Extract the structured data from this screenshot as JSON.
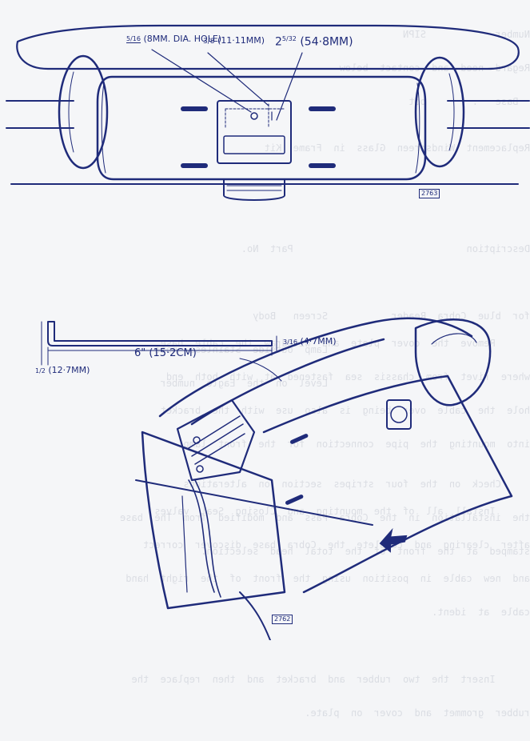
{
  "bleed_through_text": {
    "top": [
      "Number            SIPN",
      "Regard  need  and  contact  below",
      "  Base   .        bot"
    ],
    "middle": [
      "Replacement  Windscreen  Glass  in  Frame  Kit",
      "",
      "",
      "Description                              Part  No.",
      "",
      "for  blue  Cobra  Reader           Screen   Body",
      "                                   Lamp  outside  Stainless  note",
      "                                   Level  on  the  Eagle  number",
      "",
      "",
      "     Check  on  the  four  stripes  section  on  alterations",
      "the  installation  in  the  Cobra  Pass  and  modified  from  The  base",
      "stamped  at  the  front  of  the  total  head  selection."
    ],
    "bottom": [
      "      Remove  the  cover  plate  and  withdraw  the  cable  base",
      "where  rivet  from  chassis  sea  fastened  at  with  both  end",
      "hole  the  cable  over  being  is  also  use  with  the  bracket",
      "into  mounting  the  pipe  connection  for  the  front  lamp",
      "",
      "      Install  all  of  the  mounting  and  Closing  Seal  valves",
      "after  clearing  and  complete  the  Cobra  base  discover  correct",
      "and  new  cable  in  position  using  the  front  of  the  right  hand",
      "cable  at  ident.",
      "",
      "      Insert  the  two  rubber  and  bracket  and  then  replace  the",
      "rubber  grommet  and  cover  on  plate."
    ]
  },
  "figure_1": {
    "dimension_hole": {
      "fraction": "5/16",
      "text": "(8MM. DIA. HOLE)"
    },
    "dimension_offset": {
      "fraction": "3/8",
      "text": "(11·11MM)"
    },
    "dimension_height": {
      "whole": "2",
      "fraction": "5/32",
      "text": "(54·8MM)"
    },
    "plate_number": "2763"
  },
  "figure_2": {
    "dimension_length": {
      "whole": "6\"",
      "text": "(15·2CM)"
    },
    "dimension_thickness": {
      "fraction": "3/16",
      "text": "(4·7MM)"
    },
    "dimension_hook": {
      "fraction": "1/2",
      "text": "(12·7MM)"
    },
    "plate_number": "2762"
  },
  "colors": {
    "ink": "#1f2b7a",
    "paper": "#f5f6f8",
    "bleed": "#c6cad3"
  }
}
